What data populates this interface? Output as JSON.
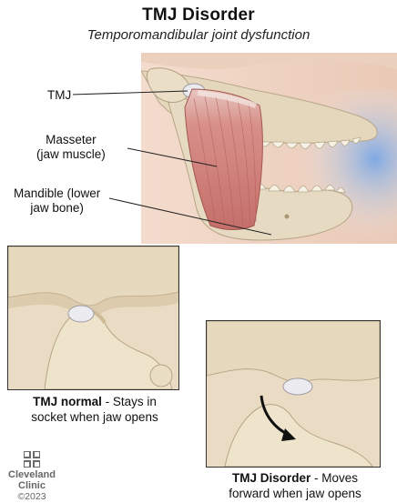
{
  "title": "TMJ Disorder",
  "subtitle": "Temporomandibular joint dysfunction",
  "callouts": {
    "tmj": "TMJ",
    "masseter_line1": "Masseter",
    "masseter_line2": "(jaw muscle)",
    "mandible_line1": "Mandible (lower",
    "mandible_line2": "jaw bone)"
  },
  "panels": {
    "normal": {
      "bold": "TMJ normal",
      "rest_line1": " - Stays in",
      "line2": "socket when jaw opens"
    },
    "disorder": {
      "bold": "TMJ Disorder",
      "rest_line1": " - Moves",
      "line2": "forward when jaw opens"
    }
  },
  "logo": {
    "line1": "Cleveland",
    "line2": "Clinic",
    "copyright": "©2023"
  },
  "colors": {
    "bone": "#e8dcc0",
    "muscle": "#cc7f78",
    "disc": "#e6e6ea",
    "skin": "#f0d5c3",
    "shadow_blue": "#8fb6e8",
    "arrow": "#111111"
  }
}
